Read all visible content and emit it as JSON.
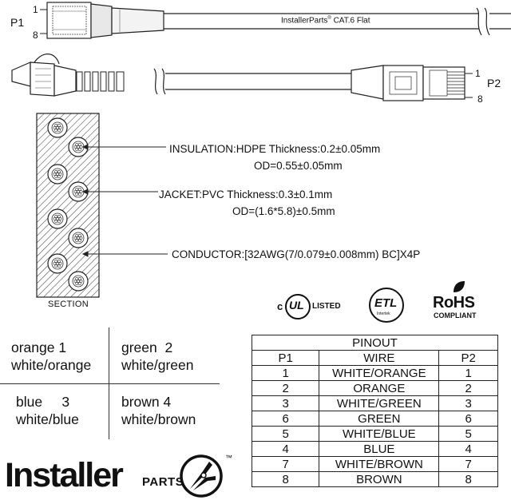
{
  "cable": {
    "top_p1_label": "P1",
    "top_pin_1": "1",
    "top_pin_8": "8",
    "print_text": "InstallerParts",
    "print_tm": "®",
    "print_suffix": "CAT.6 Flat",
    "right_p2_label": "P2",
    "right_pin_1": "1",
    "right_pin_8": "8"
  },
  "section": {
    "label": "SECTION",
    "callouts": [
      {
        "line1": "INSULATION:HDPE Thickness:0.2±0.05mm",
        "line2": "OD=0.55±0.05mm"
      },
      {
        "line1": "JACKET:PVC Thickness:0.3±0.1mm",
        "line2": "OD=(1.6*5.8)±0.5mm"
      },
      {
        "line1": "CONDUCTOR:[32AWG(7/0.079±0.008mm) BC]X4P",
        "line2": ""
      }
    ]
  },
  "certifications": {
    "ul_c": "c",
    "ul_mark": "UL",
    "ul_listed": "LISTED",
    "etl_mark": "ETL",
    "etl_small": "Intertek",
    "rohs_title": "RoHS",
    "rohs_sub": "COMPLIANT"
  },
  "color_key": [
    {
      "color": "orange 1",
      "sub": "white/orange"
    },
    {
      "color": "green  2",
      "sub": "white/green"
    },
    {
      "color": "blue     3",
      "sub": "white/blue"
    },
    {
      "color": "brown 4",
      "sub": "white/brown"
    }
  ],
  "pinout": {
    "title": "PINOUT",
    "headers": [
      "P1",
      "WIRE",
      "P2"
    ],
    "rows": [
      [
        "1",
        "WHITE/ORANGE",
        "1"
      ],
      [
        "2",
        "ORANGE",
        "2"
      ],
      [
        "3",
        "WHITE/GREEN",
        "3"
      ],
      [
        "6",
        "GREEN",
        "6"
      ],
      [
        "5",
        "WHITE/BLUE",
        "5"
      ],
      [
        "4",
        "BLUE",
        "4"
      ],
      [
        "7",
        "WHITE/BROWN",
        "7"
      ],
      [
        "8",
        "BROWN",
        "8"
      ]
    ]
  },
  "brand": {
    "logo_main": "Installer",
    "logo_parts": "PARTS",
    "logo_tm": "™",
    "logo_icon": "wire-stripper-icon"
  }
}
